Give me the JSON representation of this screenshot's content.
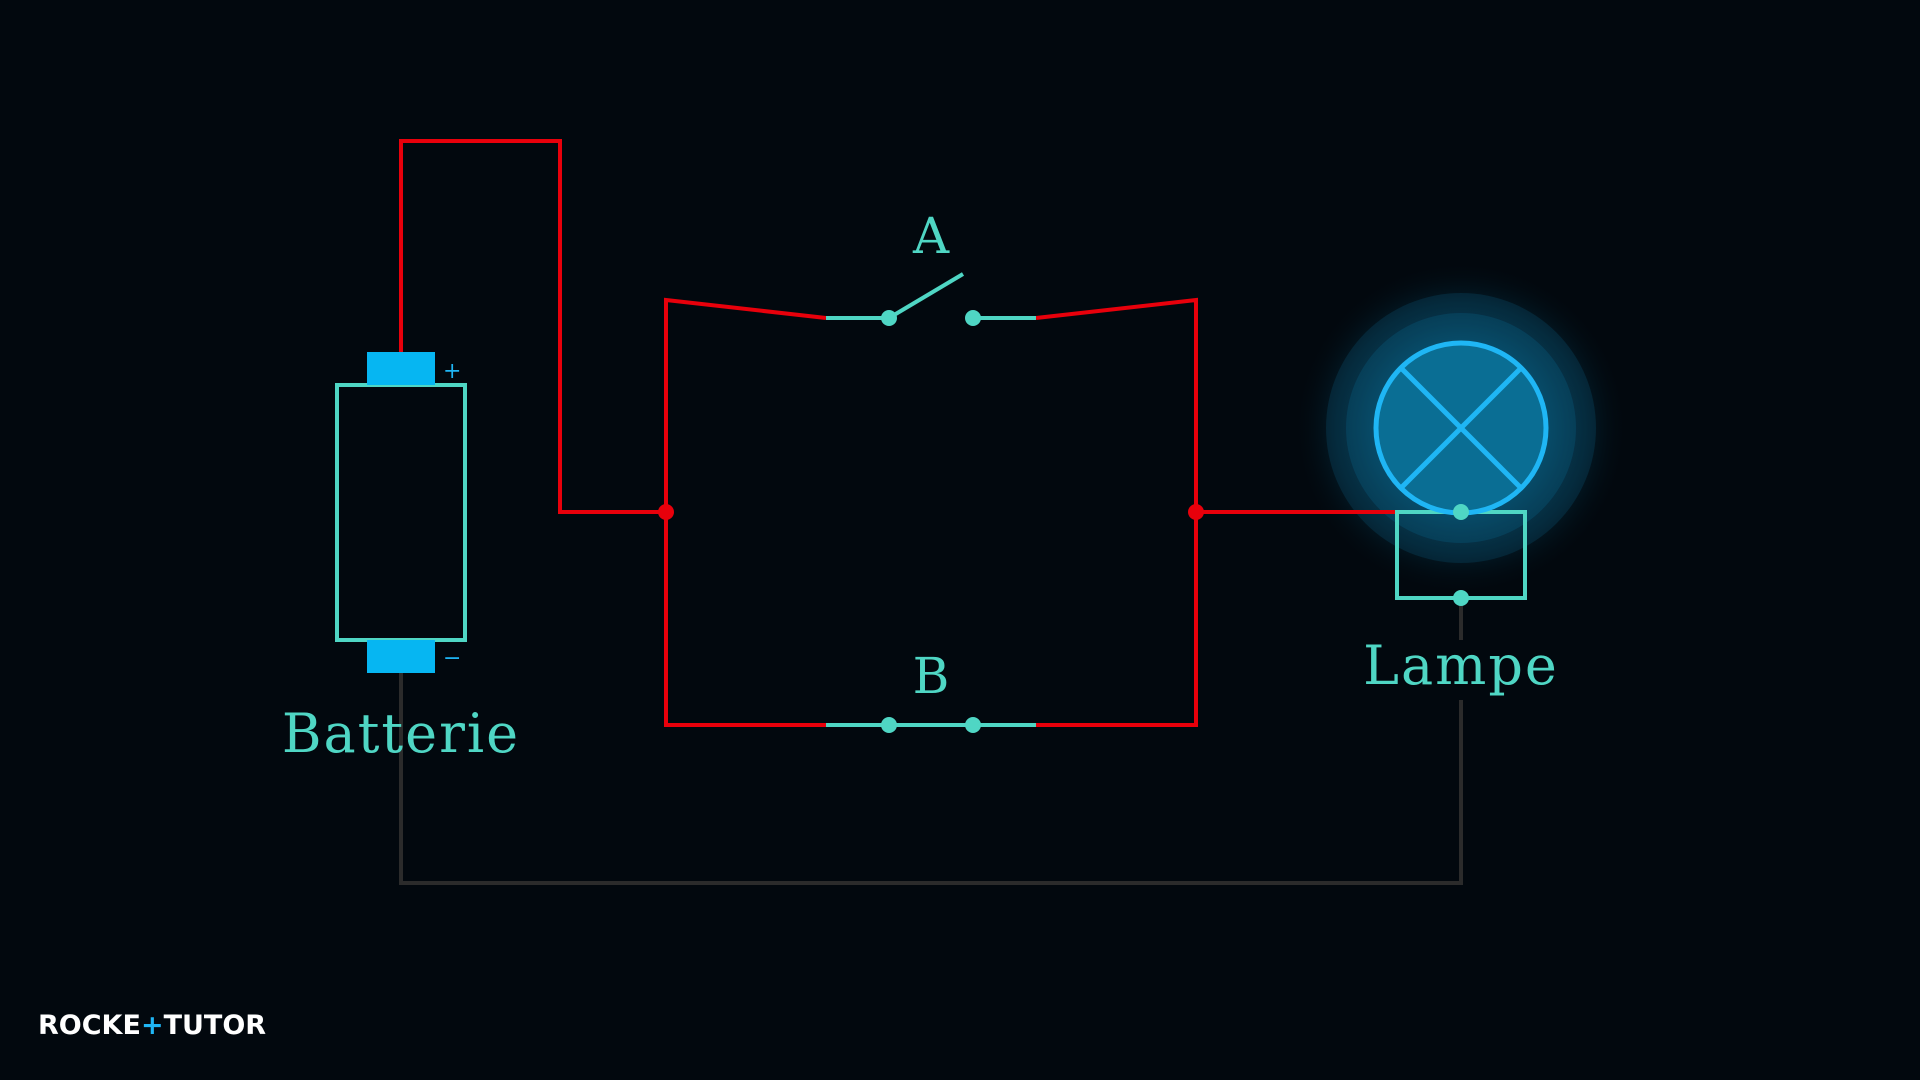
{
  "diagram": {
    "battery_label": "Batterie",
    "lamp_label": "Lampe",
    "switch_a_label": "A",
    "switch_b_label": "B",
    "battery_plus": "+",
    "battery_minus": "−",
    "switch_a_state": "open",
    "switch_b_state": "closed",
    "lamp_state": "on",
    "colors": {
      "background": "#02080e",
      "live_wire": "#e8000b",
      "return_wire": "#2b2b2b",
      "component": "#4fd6c4",
      "battery_terminal": "#06b6f2",
      "lamp_glow": "#0a6e94"
    }
  },
  "logo": {
    "part1": "ROCKE",
    "plus": "+",
    "part2": "TUTO",
    "part3": "R"
  }
}
